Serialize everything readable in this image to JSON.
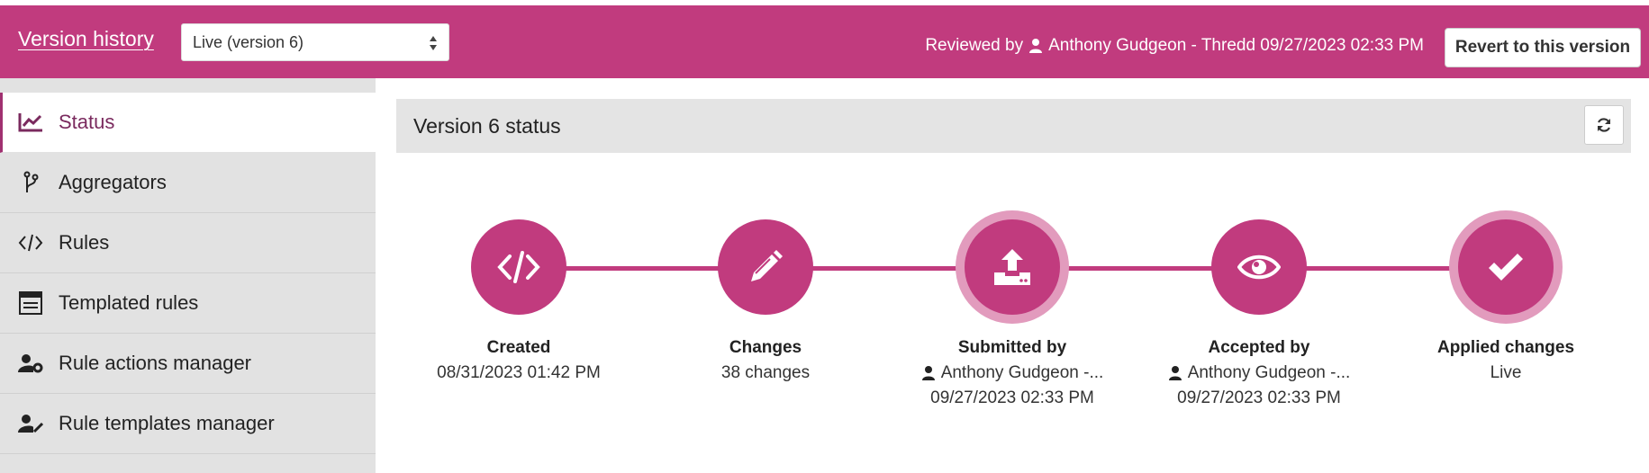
{
  "header": {
    "title": "Version history",
    "select_value": "Live (version 6)",
    "reviewed_prefix": "Reviewed by",
    "reviewed_user": "Anthony Gudgeon - Thredd 09/27/2023 02:33 PM",
    "revert_label": "Revert to this version",
    "bg_color": "#c13b7e"
  },
  "sidebar": {
    "items": [
      {
        "label": "Status",
        "icon": "chart-line-icon",
        "active": true
      },
      {
        "label": "Aggregators",
        "icon": "branch-icon"
      },
      {
        "label": "Rules",
        "icon": "code-icon"
      },
      {
        "label": "Templated rules",
        "icon": "template-icon"
      },
      {
        "label": "Rule actions manager",
        "icon": "user-gear-icon"
      },
      {
        "label": "Rule templates manager",
        "icon": "user-pen-icon"
      }
    ]
  },
  "main": {
    "panel_title": "Version 6 status",
    "refresh_icon": "refresh-icon",
    "steps": [
      {
        "label": "Created",
        "icon": "code-icon",
        "line1": "08/31/2023 01:42 PM"
      },
      {
        "label": "Changes",
        "icon": "pencil-icon",
        "line1": "38 changes"
      },
      {
        "label": "Submitted by",
        "icon": "upload-icon",
        "line1": "Anthony Gudgeon -...",
        "line2": "09/27/2023 02:33 PM"
      },
      {
        "label": "Accepted by",
        "icon": "eye-icon",
        "line1": "Anthony Gudgeon -...",
        "line2": "09/27/2023 02:33 PM"
      },
      {
        "label": "Applied changes",
        "icon": "check-icon",
        "line1": "Live"
      }
    ]
  }
}
